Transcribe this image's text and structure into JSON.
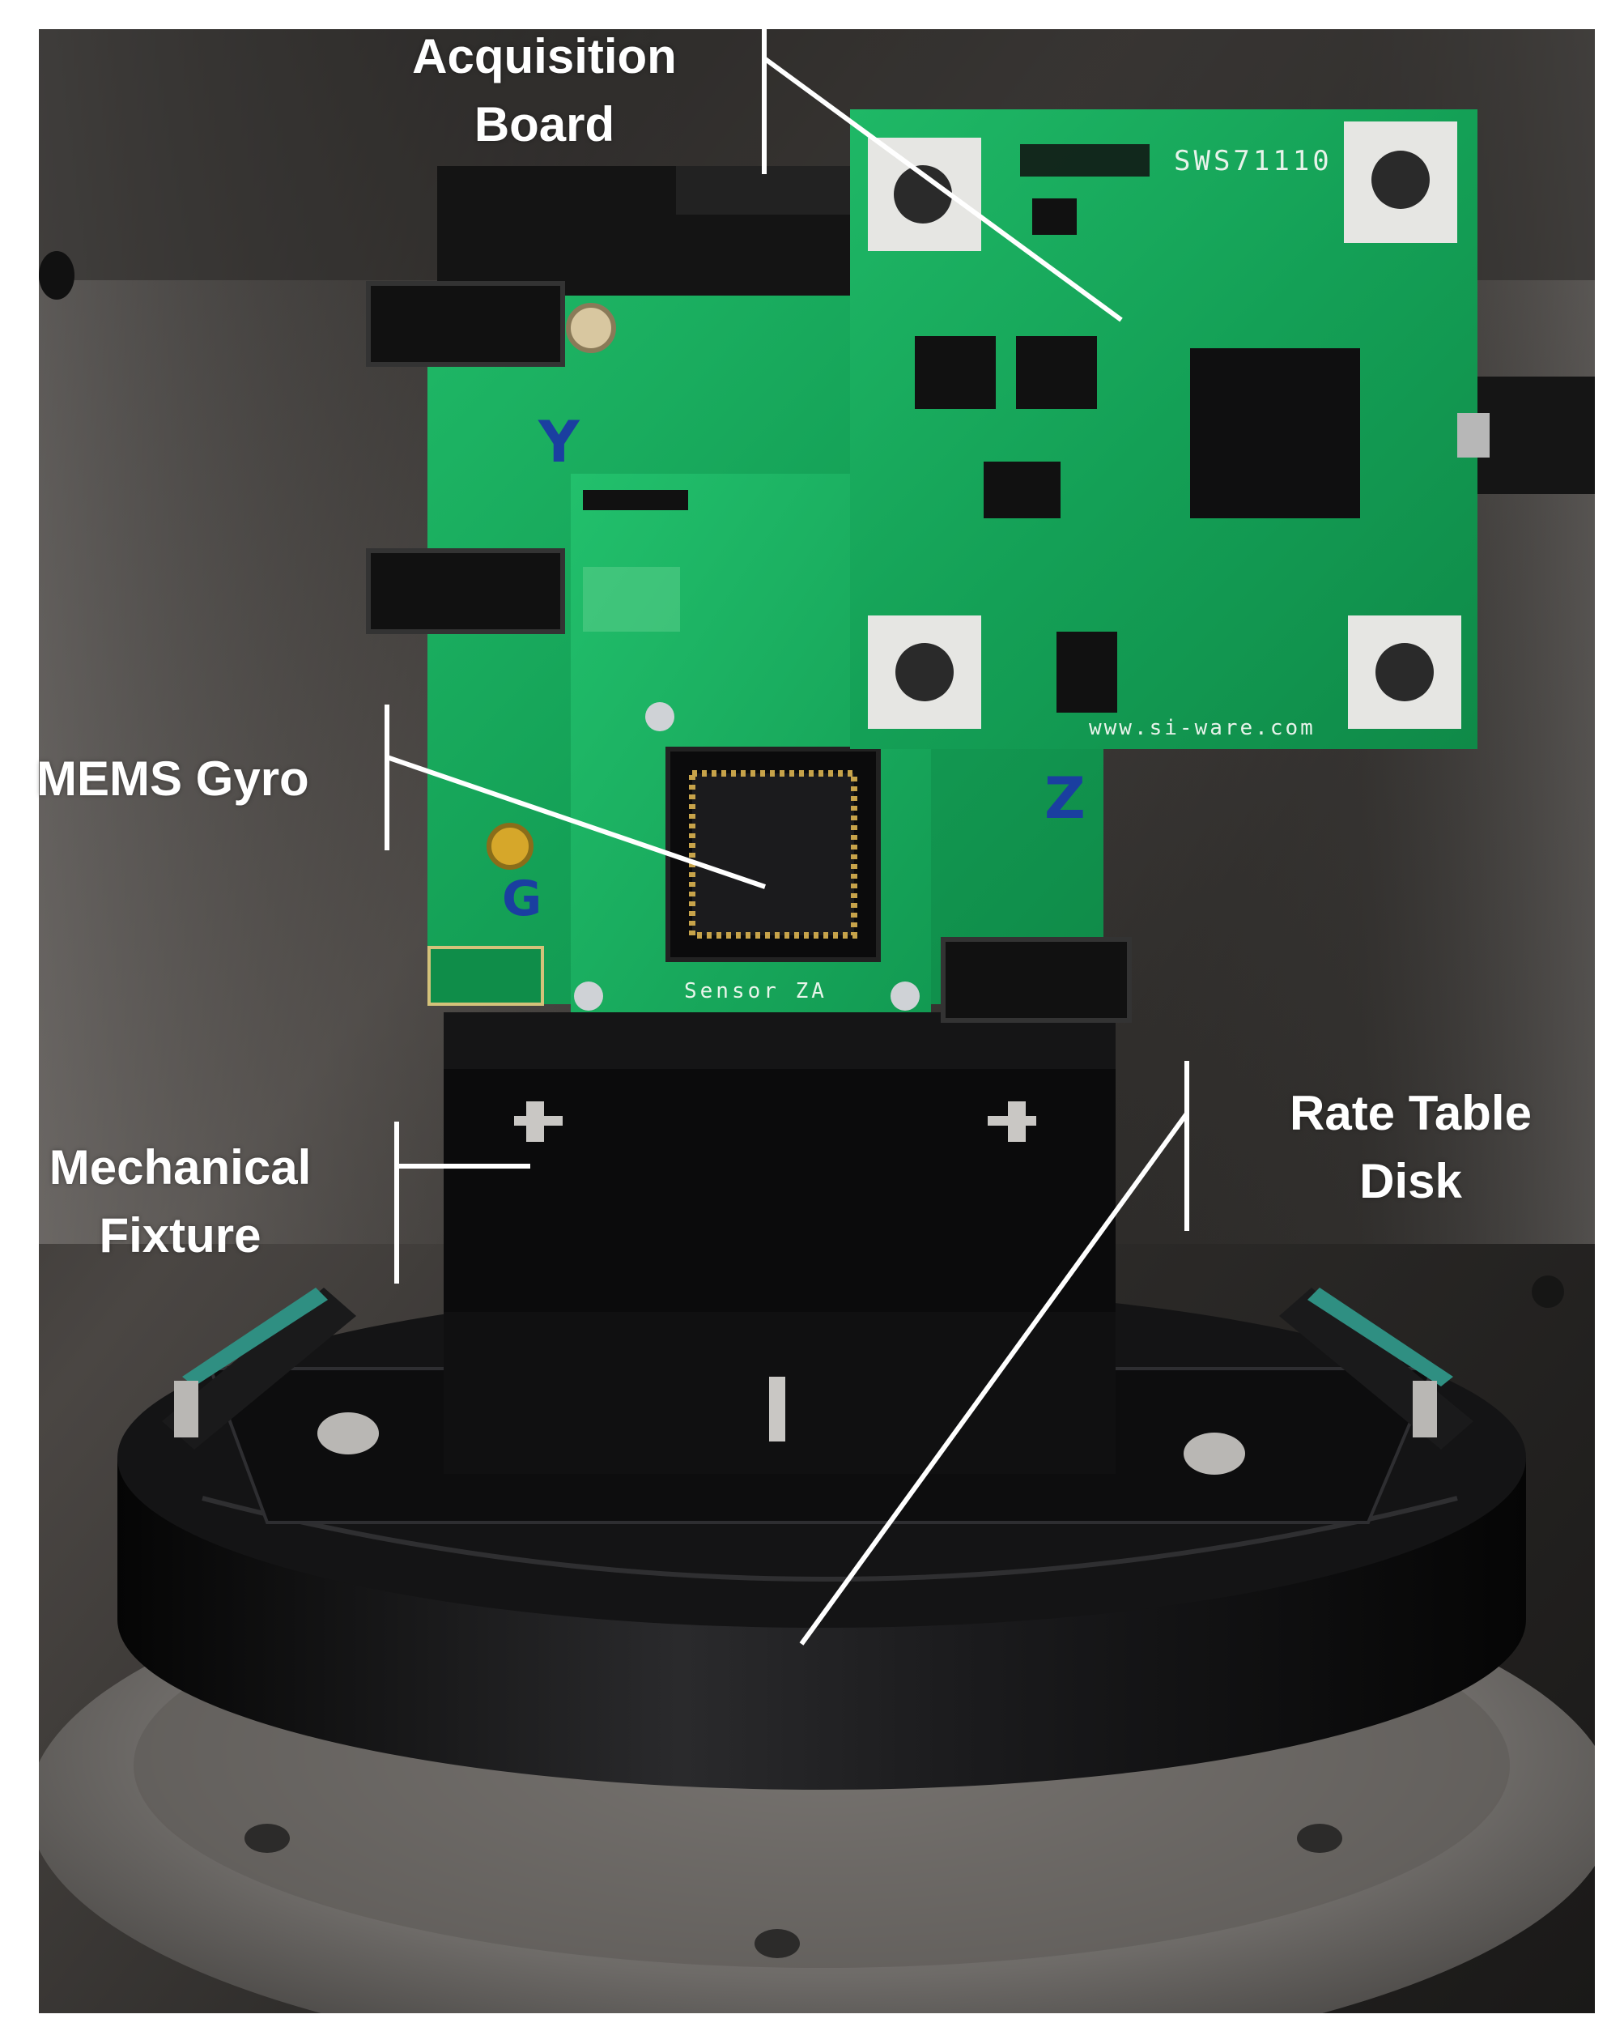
{
  "figure": {
    "annotations": {
      "acquisition_board": {
        "line1": "Acquisition",
        "line2": "Board"
      },
      "mems_gyro": {
        "line1": "MEMS Gyro"
      },
      "mechanical_fixture": {
        "line1": "Mechanical",
        "line2": "Fixture"
      },
      "rate_table_disk": {
        "line1": "Rate Table",
        "line2": "Disk"
      }
    },
    "pcb_silkscreen": {
      "acquisition_board_model": "SWS71110",
      "acquisition_board_url": "www.si-ware.com",
      "sensor_board_label": "Sensor ZA",
      "axis_y": "Y",
      "axis_z": "Z",
      "axis_g": "G"
    },
    "colors": {
      "background_white": "#ffffff",
      "chamber_dark": "#2a2826",
      "pcb_green": "#17a35a",
      "fixture_black": "#0b0b0c",
      "callout_white": "#ffffff"
    }
  }
}
